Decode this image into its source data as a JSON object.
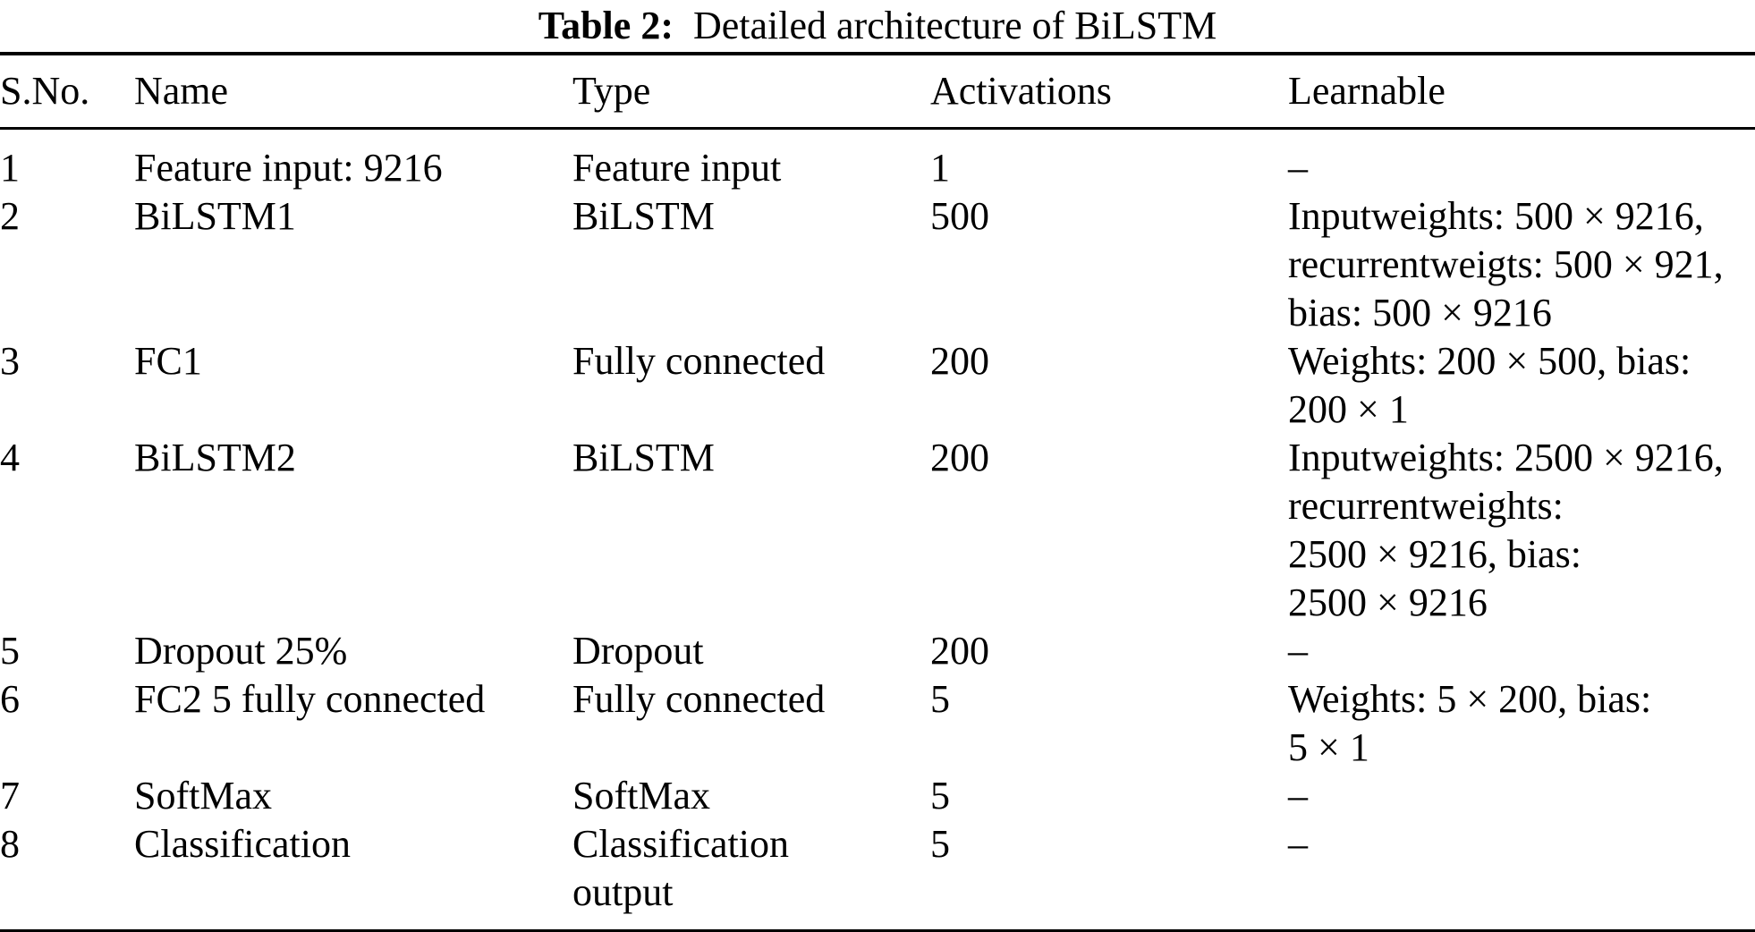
{
  "caption": {
    "label": "Table 2:",
    "text": "Detailed architecture of BiLSTM"
  },
  "table": {
    "columns": [
      "S.No.",
      "Name",
      "Type",
      "Activations",
      "Learnable"
    ],
    "rows": [
      {
        "sno": "1",
        "name": "Feature input: 9216",
        "type": "Feature input",
        "activations": "1",
        "learnable": "–"
      },
      {
        "sno": "2",
        "name": "BiLSTM1",
        "type": "BiLSTM",
        "activations": "500",
        "learnable": [
          "Inputweights: 500 × 9216,",
          "recurrentweigts: 500 × 921,",
          "bias: 500 × 9216"
        ]
      },
      {
        "sno": "3",
        "name": "FC1",
        "type": "Fully connected",
        "activations": "200",
        "learnable": [
          "Weights: 200 × 500, bias:",
          "200 × 1"
        ]
      },
      {
        "sno": "4",
        "name": "BiLSTM2",
        "type": "BiLSTM",
        "activations": "200",
        "learnable": [
          "Inputweights: 2500 × 9216,",
          "recurrentweights:",
          "2500 × 9216, bias:",
          "2500 × 9216"
        ]
      },
      {
        "sno": "5",
        "name": "Dropout 25%",
        "type": "Dropout",
        "activations": "200",
        "learnable": "–"
      },
      {
        "sno": "6",
        "name": "FC2 5 fully connected",
        "type": "Fully connected",
        "activations": "5",
        "learnable": [
          "Weights: 5 × 200, bias:",
          "5 × 1"
        ]
      },
      {
        "sno": "7",
        "name": "SoftMax",
        "type": "SoftMax",
        "activations": "5",
        "learnable": "–"
      },
      {
        "sno": "8",
        "name": "Classification",
        "type": [
          "Classification",
          "output"
        ],
        "activations": "5",
        "learnable": "–"
      }
    ]
  }
}
